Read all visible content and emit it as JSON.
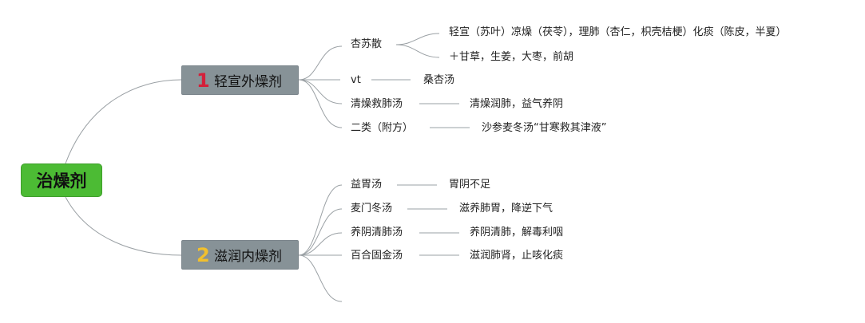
{
  "root": {
    "label": "治燥剂",
    "color": "#4cbb34"
  },
  "branches": [
    {
      "number": "1",
      "label": "轻宣外燥剂",
      "number_color": "#d4203a",
      "children": [
        {
          "label": "杏苏散",
          "details": [
            "轻宣（苏叶）凉燥（茯苓），理肺（杏仁，枳壳桔梗）化痰（陈皮，半夏）",
            "＋甘草，生姜，大枣，前胡"
          ]
        },
        {
          "label": "vt",
          "details": [
            "桑杏汤"
          ]
        },
        {
          "label": "清燥救肺汤",
          "details": [
            "清燥润肺，益气养阴"
          ]
        },
        {
          "label": "二类（附方）",
          "details": [
            "沙参麦冬汤“甘寒救其津液”"
          ]
        }
      ]
    },
    {
      "number": "2",
      "label": "滋润内燥剂",
      "number_color": "#f2c02d",
      "children": [
        {
          "label": "益胃汤",
          "details": [
            "胃阴不足"
          ]
        },
        {
          "label": "麦门冬汤",
          "details": [
            "滋养肺胃，降逆下气"
          ]
        },
        {
          "label": "养阴清肺汤",
          "details": [
            "养阴清肺，解毒利咽"
          ]
        },
        {
          "label": "百合固金汤",
          "details": [
            "滋润肺肾，止咳化痰"
          ]
        }
      ]
    }
  ]
}
